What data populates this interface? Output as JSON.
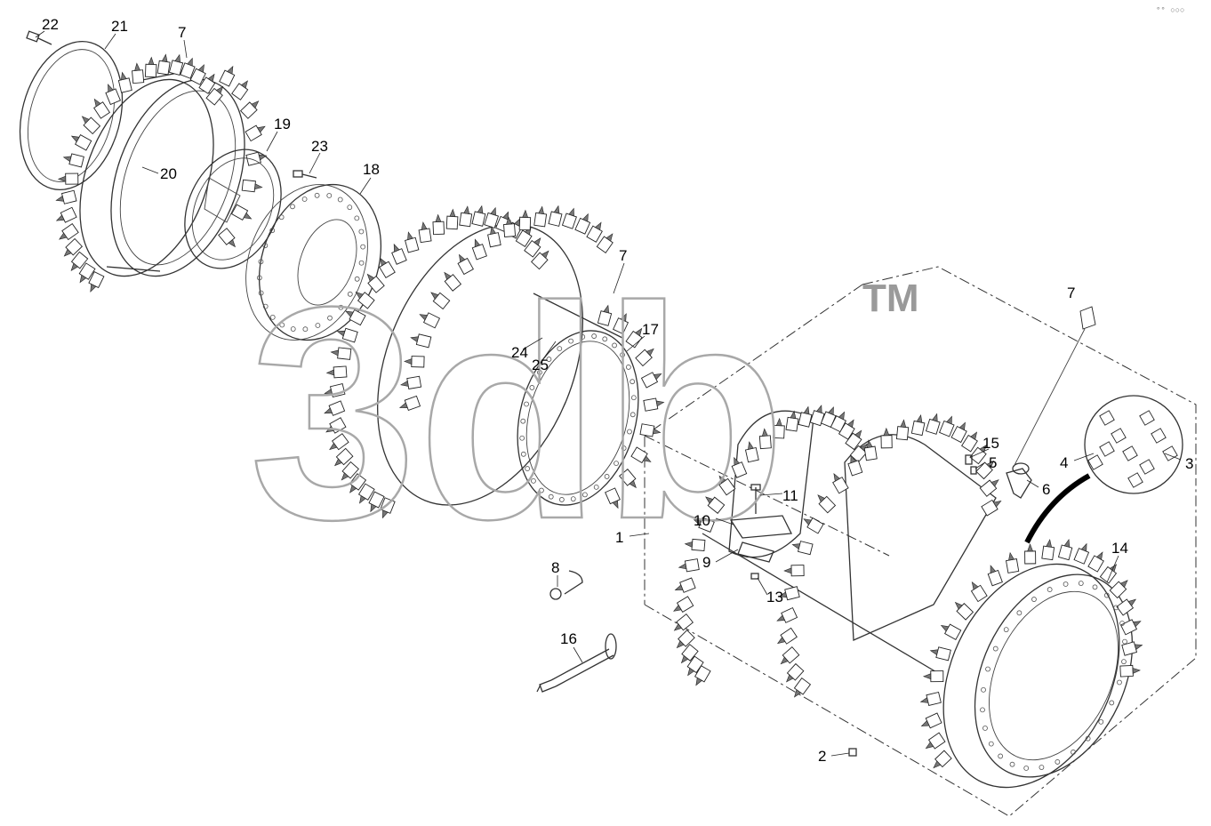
{
  "watermark": {
    "text": "3db",
    "trademark": "TM"
  },
  "corner_mark": "°° ○○○",
  "callouts": [
    {
      "id": "c22",
      "label": "22"
    },
    {
      "id": "c21",
      "label": "21"
    },
    {
      "id": "c7a",
      "label": "7"
    },
    {
      "id": "c19",
      "label": "19"
    },
    {
      "id": "c23",
      "label": "23"
    },
    {
      "id": "c18",
      "label": "18"
    },
    {
      "id": "c20",
      "label": "20"
    },
    {
      "id": "c7b",
      "label": "7"
    },
    {
      "id": "c17",
      "label": "17"
    },
    {
      "id": "c24",
      "label": "24"
    },
    {
      "id": "c25",
      "label": "25"
    },
    {
      "id": "c7c",
      "label": "7"
    },
    {
      "id": "c15",
      "label": "15"
    },
    {
      "id": "c5",
      "label": "5"
    },
    {
      "id": "c4",
      "label": "4"
    },
    {
      "id": "c3",
      "label": "3"
    },
    {
      "id": "c6",
      "label": "6"
    },
    {
      "id": "c11",
      "label": "11"
    },
    {
      "id": "c10",
      "label": "10"
    },
    {
      "id": "c1",
      "label": "1"
    },
    {
      "id": "c9",
      "label": "9"
    },
    {
      "id": "c8",
      "label": "8"
    },
    {
      "id": "c13",
      "label": "13"
    },
    {
      "id": "c14",
      "label": "14"
    },
    {
      "id": "c16",
      "label": "16"
    },
    {
      "id": "c2",
      "label": "2"
    }
  ]
}
